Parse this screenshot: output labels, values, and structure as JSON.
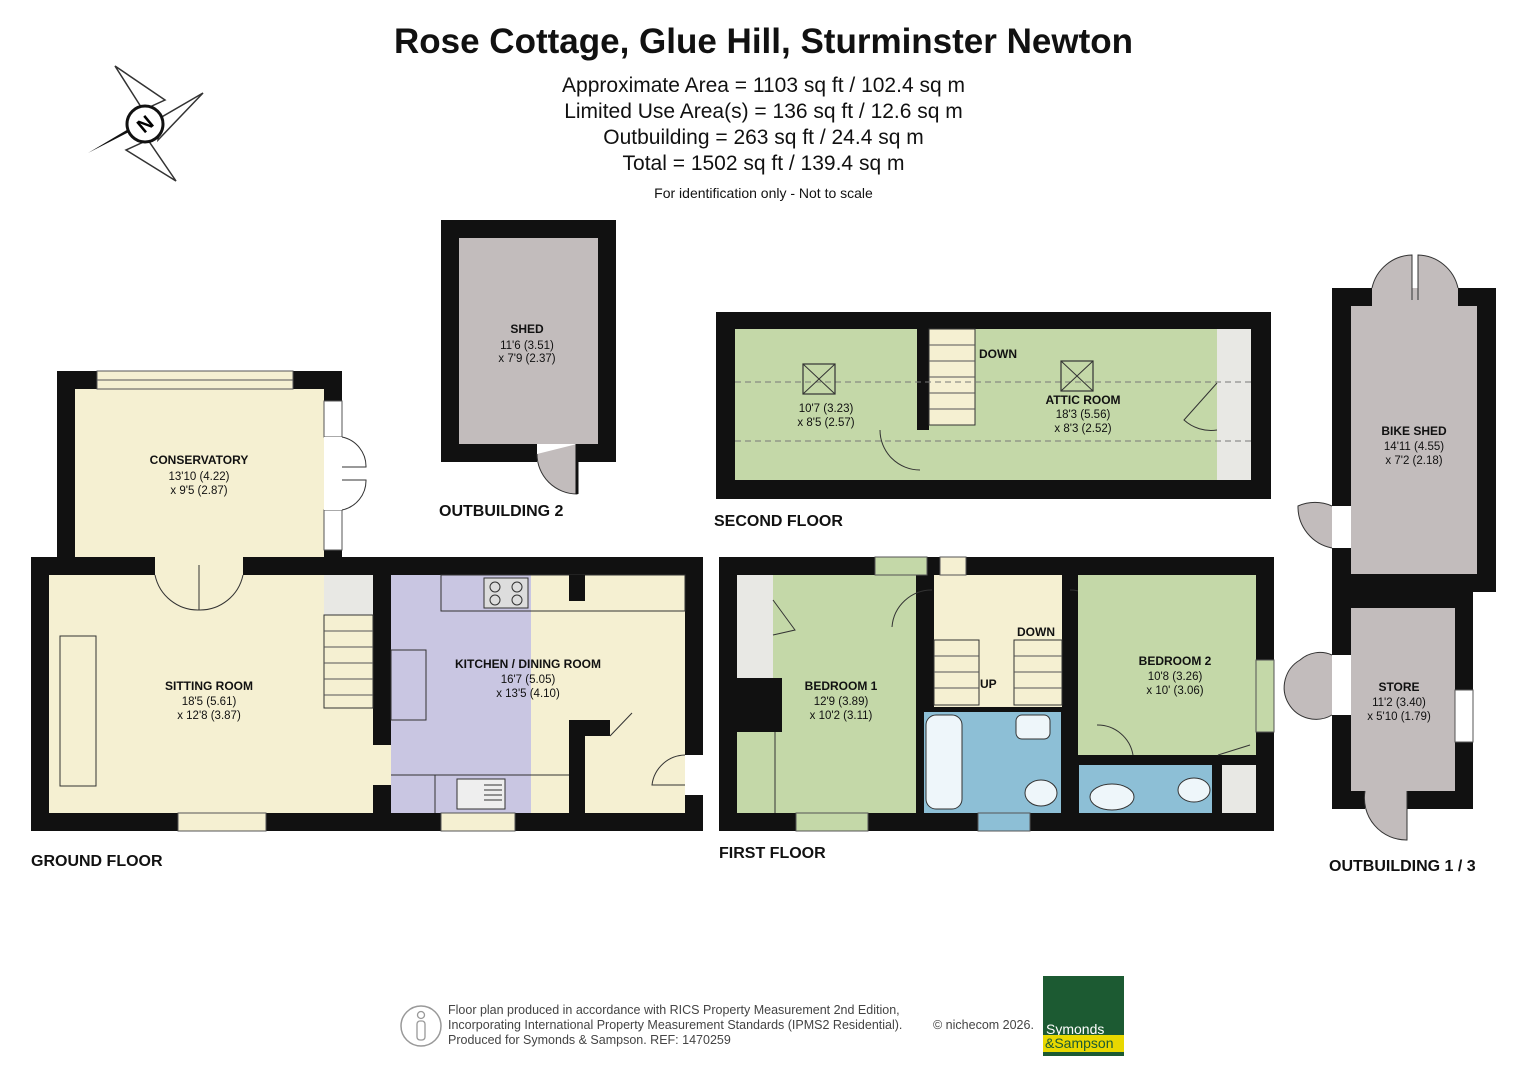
{
  "header": {
    "title": "Rose Cottage, Glue Hill, Sturminster Newton",
    "areas": [
      "Approximate Area = 1103 sq ft / 102.4 sq m",
      "Limited Use Area(s) = 136 sq ft / 12.6 sq m",
      "Outbuilding = 263 sq ft / 24.4 sq m",
      "Total = 1502 sq ft / 139.4 sq m"
    ],
    "note": "For identification only - Not to scale"
  },
  "compass": {
    "letter": "N"
  },
  "floors": {
    "ground": "GROUND FLOOR",
    "first": "FIRST FLOOR",
    "second": "SECOND FLOOR",
    "outbuilding2": "OUTBUILDING 2",
    "outbuilding13": "OUTBUILDING 1 / 3"
  },
  "rooms": {
    "shed": {
      "name": "SHED",
      "d1": "11'6 (3.51)",
      "d2": "x 7'9 (2.37)"
    },
    "conservatory": {
      "name": "CONSERVATORY",
      "d1": "13'10 (4.22)",
      "d2": "x 9'5 (2.87)"
    },
    "sitting": {
      "name": "SITTING ROOM",
      "d1": "18'5 (5.61)",
      "d2": "x 12'8 (3.87)"
    },
    "kitchen": {
      "name": "KITCHEN / DINING ROOM",
      "d1": "16'7 (5.05)",
      "d2": "x 13'5 (4.10)"
    },
    "attic_left": {
      "d1": "10'7 (3.23)",
      "d2": "x 8'5 (2.57)"
    },
    "attic": {
      "name": "ATTIC ROOM",
      "d1": "18'3 (5.56)",
      "d2": "x 8'3 (2.52)"
    },
    "bedroom1": {
      "name": "BEDROOM 1",
      "d1": "12'9 (3.89)",
      "d2": "x 10'2 (3.11)"
    },
    "bedroom2": {
      "name": "BEDROOM 2",
      "d1": "10'8 (3.26)",
      "d2": "x 10' (3.06)"
    },
    "bikeshed": {
      "name": "BIKE SHED",
      "d1": "14'11 (4.55)",
      "d2": "x 7'2 (2.18)"
    },
    "store": {
      "name": "STORE",
      "d1": "11'2 (3.40)",
      "d2": "x 5'10 (1.79)"
    }
  },
  "stairs": {
    "down_second": "DOWN",
    "down_first": "DOWN",
    "up_first": "UP"
  },
  "footer": {
    "line1": "Floor plan produced in accordance with RICS Property Measurement 2nd Edition,",
    "line2": "Incorporating International Property Measurement Standards (IPMS2 Residential).",
    "line3": "Produced for Symonds & Sampson.   REF:  1470259",
    "copyright": "© nichecom 2026.",
    "logo_line1": "Symonds",
    "logo_line2": "&Sampson"
  },
  "colors": {
    "cream": "#f5f0d2",
    "green": "#c4d8a8",
    "lavender": "#c9c6e2",
    "blue": "#8dbfd6",
    "grey": "#c2bcbc",
    "logo_green": "#1c5a32",
    "logo_yellow": "#e8d800"
  }
}
